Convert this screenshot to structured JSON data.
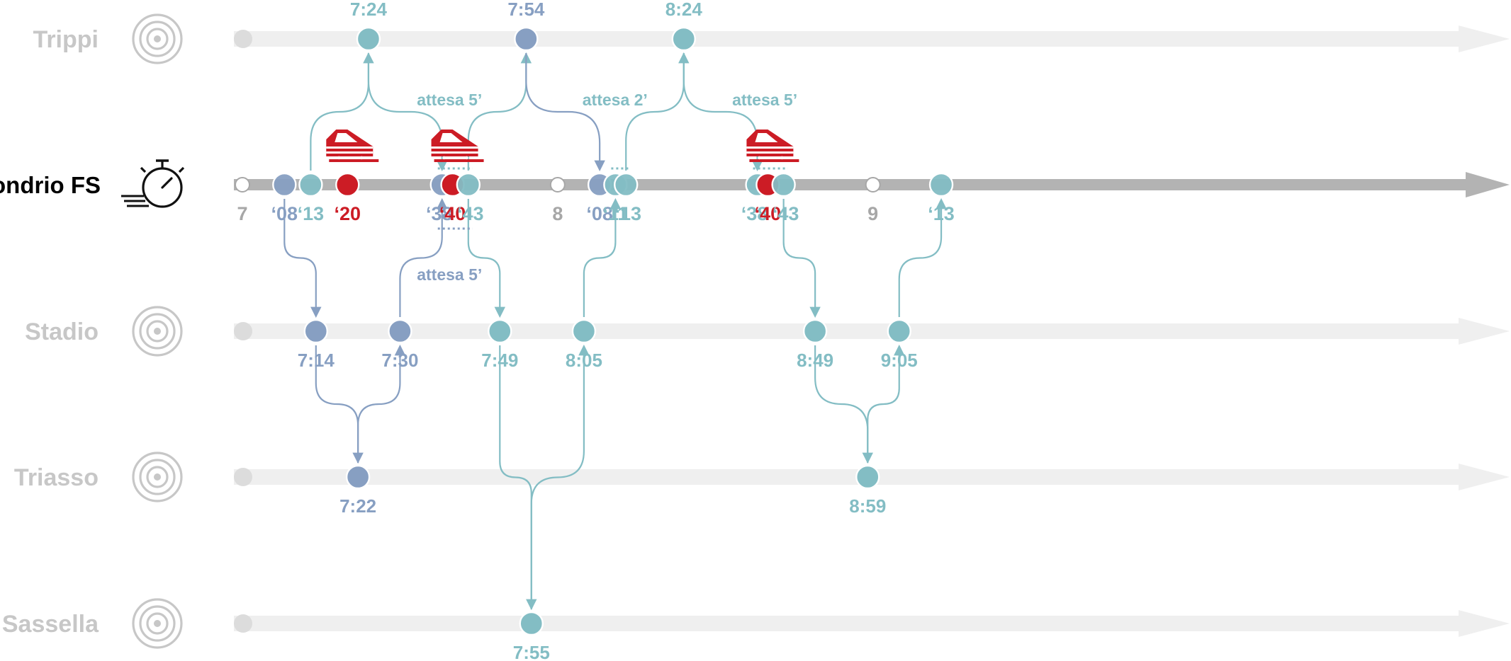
{
  "colors": {
    "teal": "#83BDC4",
    "slate": "#879FC2",
    "train_red": "#CC1C25",
    "track_main": "#B3B3B3",
    "track_other": "#EFEFEF",
    "station_muted": "#C7C7C7",
    "hour_label": "#A7A7A7",
    "stopwatch": "#111111"
  },
  "stations": [
    {
      "id": "trippi",
      "name": "Trippi",
      "main": false,
      "icon": "target-icon"
    },
    {
      "id": "sondrio",
      "name": "Sondrio FS",
      "main": true,
      "icon": "stopwatch-icon"
    },
    {
      "id": "stadio",
      "name": "Stadio",
      "main": false,
      "icon": "target-icon"
    },
    {
      "id": "triasso",
      "name": "Triasso",
      "main": false,
      "icon": "target-icon"
    },
    {
      "id": "sassella",
      "name": "Sassella",
      "main": false,
      "icon": "target-icon"
    }
  ],
  "hours": [
    {
      "t": 0,
      "label": "7"
    },
    {
      "t": 60,
      "label": "8"
    },
    {
      "t": 120,
      "label": "9"
    }
  ],
  "sondrio_stops": [
    {
      "t": 8,
      "label": "‘08",
      "color": "slate"
    },
    {
      "t": 13,
      "label": "‘13",
      "color": "teal"
    },
    {
      "t": 20,
      "label": "‘20",
      "color": "train_red"
    },
    {
      "t": 38,
      "label": "‘38",
      "color": "slate"
    },
    {
      "t": 40,
      "label": "‘40",
      "color": "train_red"
    },
    {
      "t": 43,
      "label": "‘43",
      "color": "teal"
    },
    {
      "t": 68,
      "label": "‘08",
      "color": "slate"
    },
    {
      "t": 71,
      "label": "‘11",
      "color": "teal"
    },
    {
      "t": 73,
      "label": "‘13",
      "color": "teal"
    },
    {
      "t": 98,
      "label": "‘38",
      "color": "teal"
    },
    {
      "t": 100,
      "label": "‘40",
      "color": "train_red"
    },
    {
      "t": 103,
      "label": "‘43",
      "color": "teal"
    },
    {
      "t": 133,
      "label": "‘13",
      "color": "teal"
    }
  ],
  "stops": [
    {
      "station": "trippi",
      "t": 24,
      "label": "7:24",
      "color": "teal"
    },
    {
      "station": "trippi",
      "t": 54,
      "label": "7:54",
      "color": "slate"
    },
    {
      "station": "trippi",
      "t": 84,
      "label": "8:24",
      "color": "teal"
    },
    {
      "station": "stadio",
      "t": 14,
      "label": "7:14",
      "color": "slate"
    },
    {
      "station": "stadio",
      "t": 30,
      "label": "7:30",
      "color": "slate"
    },
    {
      "station": "stadio",
      "t": 49,
      "label": "7:49",
      "color": "teal"
    },
    {
      "station": "stadio",
      "t": 65,
      "label": "8:05",
      "color": "teal"
    },
    {
      "station": "stadio",
      "t": 109,
      "label": "8:49",
      "color": "teal"
    },
    {
      "station": "stadio",
      "t": 125,
      "label": "9:05",
      "color": "teal"
    },
    {
      "station": "triasso",
      "t": 22,
      "label": "7:22",
      "color": "slate"
    },
    {
      "station": "triasso",
      "t": 119,
      "label": "8:59",
      "color": "teal"
    },
    {
      "station": "sassella",
      "t": 55,
      "label": "7:55",
      "color": "teal"
    }
  ],
  "connections": [
    {
      "from": "sondrio",
      "t1": 13,
      "to": "trippi",
      "t2": 24,
      "color": "teal"
    },
    {
      "from": "trippi",
      "t1": 24,
      "to": "sondrio",
      "t2": 38,
      "color": "teal"
    },
    {
      "from": "sondrio",
      "t1": 43,
      "to": "trippi",
      "t2": 54,
      "color": "teal"
    },
    {
      "from": "trippi",
      "t1": 54,
      "to": "sondrio",
      "t2": 68,
      "color": "slate"
    },
    {
      "from": "sondrio",
      "t1": 73,
      "to": "trippi",
      "t2": 84,
      "color": "teal"
    },
    {
      "from": "trippi",
      "t1": 84,
      "to": "sondrio",
      "t2": 98,
      "color": "teal"
    },
    {
      "from": "sondrio",
      "t1": 8,
      "to": "stadio",
      "t2": 14,
      "color": "slate"
    },
    {
      "from": "stadio",
      "t1": 14,
      "to": "triasso",
      "t2": 22,
      "color": "slate"
    },
    {
      "from": "triasso",
      "t1": 22,
      "to": "stadio",
      "t2": 30,
      "color": "slate"
    },
    {
      "from": "stadio",
      "t1": 30,
      "to": "sondrio",
      "t2": 38,
      "color": "slate"
    },
    {
      "from": "sondrio",
      "t1": 43,
      "to": "stadio",
      "t2": 49,
      "color": "teal"
    },
    {
      "from": "stadio",
      "t1": 49,
      "to": "sassella",
      "t2": 55,
      "color": "teal"
    },
    {
      "from": "sassella",
      "t1": 55,
      "to": "stadio",
      "t2": 65,
      "color": "teal"
    },
    {
      "from": "stadio",
      "t1": 65,
      "to": "sondrio",
      "t2": 71,
      "color": "teal"
    },
    {
      "from": "sondrio",
      "t1": 103,
      "to": "stadio",
      "t2": 109,
      "color": "teal"
    },
    {
      "from": "stadio",
      "t1": 109,
      "to": "triasso",
      "t2": 119,
      "color": "teal"
    },
    {
      "from": "triasso",
      "t1": 119,
      "to": "stadio",
      "t2": 125,
      "color": "teal"
    },
    {
      "from": "stadio",
      "t1": 125,
      "to": "sondrio",
      "t2": 133,
      "color": "teal"
    }
  ],
  "waits": [
    {
      "label": "attesa 5’",
      "t1": 38,
      "t2": 43,
      "side": "above",
      "color": "teal"
    },
    {
      "label": "attesa 5’",
      "t1": 38,
      "t2": 43,
      "side": "below",
      "color": "slate"
    },
    {
      "label": "attesa 2’",
      "t1": 71,
      "t2": 73,
      "side": "above",
      "color": "teal"
    },
    {
      "label": "attesa 5’",
      "t1": 98,
      "t2": 103,
      "side": "above",
      "color": "teal"
    }
  ],
  "train_icons": [
    {
      "t": 20,
      "name": "train-icon"
    },
    {
      "t": 40,
      "name": "train-icon"
    },
    {
      "t": 100,
      "name": "train-icon"
    }
  ]
}
